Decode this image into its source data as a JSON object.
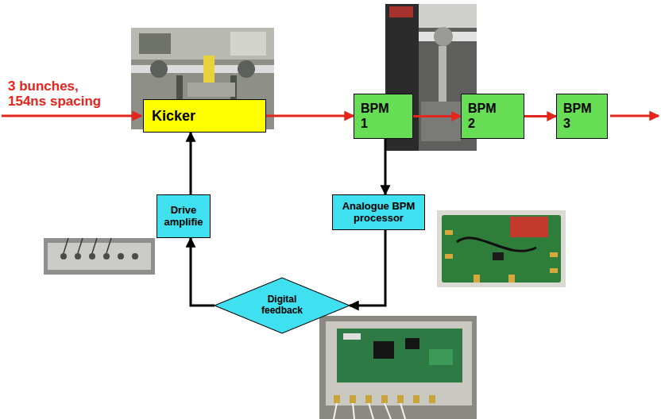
{
  "diagram": {
    "nodes": [
      {
        "text": [
          "Kicker"
        ]
      },
      {
        "text": [
          "BPM 1"
        ]
      },
      {
        "text": [
          "BPM 2"
        ]
      },
      {
        "text": [
          "BPM 3"
        ]
      },
      {
        "text": [
          "Drive amplifie"
        ]
      },
      {
        "text": [
          "Analogue BPM processor"
        ]
      },
      {
        "text": [
          "Digital feedback"
        ]
      }
    ],
    "edges": [
      {
        "from": 0,
        "to": 1,
        "arrow": "to"
      },
      {
        "from": 1,
        "to": 2,
        "arrow": "to"
      },
      {
        "from": 2,
        "to": 3,
        "arrow": "to"
      },
      {
        "from": 1,
        "to": 5,
        "arrow": "to"
      },
      {
        "from": 5,
        "to": 6,
        "arrow": "to"
      },
      {
        "from": 6,
        "to": 4,
        "arrow": "to"
      },
      {
        "from": 4,
        "to": 0,
        "arrow": "to"
      }
    ],
    "labels": [
      "3 bunches, 154ns spacing"
    ]
  }
}
